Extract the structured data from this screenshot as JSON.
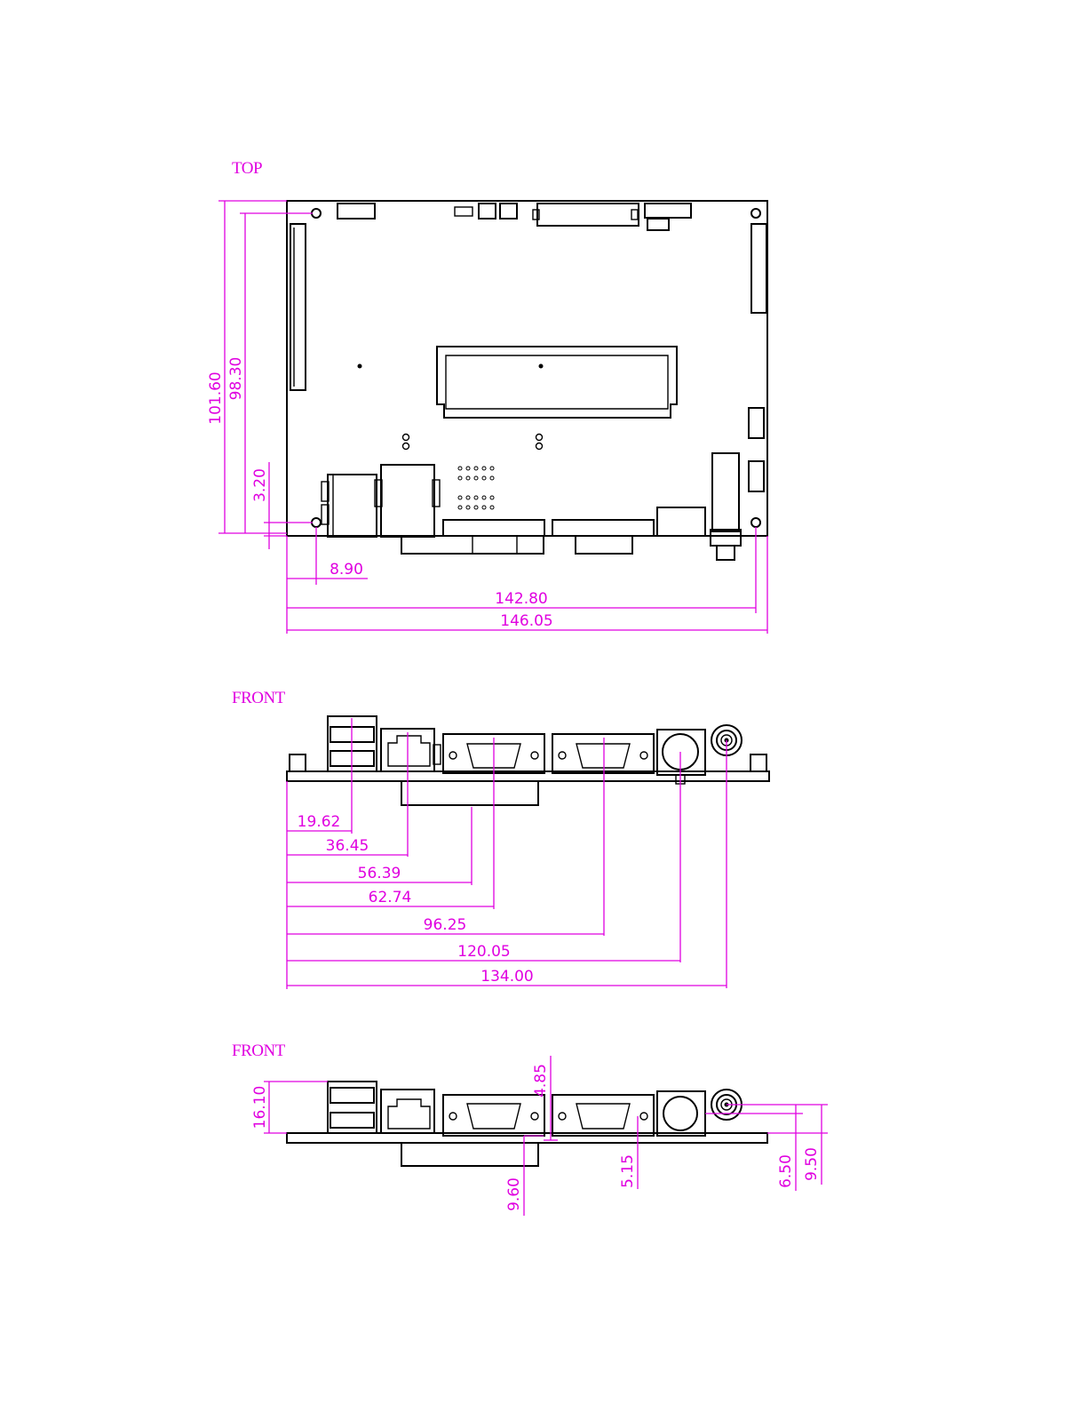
{
  "views": {
    "top": {
      "label": "TOP"
    },
    "front1": {
      "label": "FRONT"
    },
    "front2": {
      "label": "FRONT"
    }
  },
  "dims": {
    "top": {
      "board_height": "101.60",
      "hole_pitch_v": "98.30",
      "hole_offset_v": "3.20",
      "hole_offset_h": "8.90",
      "hole_pitch_h": "142.80",
      "board_width": "146.05"
    },
    "front1": {
      "d1": "19.62",
      "d2": "36.45",
      "d3": "56.39",
      "d4": "62.74",
      "d5": "96.25",
      "d6": "120.05",
      "d7": "134.00"
    },
    "front2": {
      "usb_height": "16.10",
      "com_top": "4.85",
      "com_bottom": "9.60",
      "vga_bottom": "5.15",
      "jack_center": "6.50",
      "jack_height": "9.50"
    }
  },
  "colors": {
    "dimension": "#e000e0",
    "outline": "#000000"
  }
}
